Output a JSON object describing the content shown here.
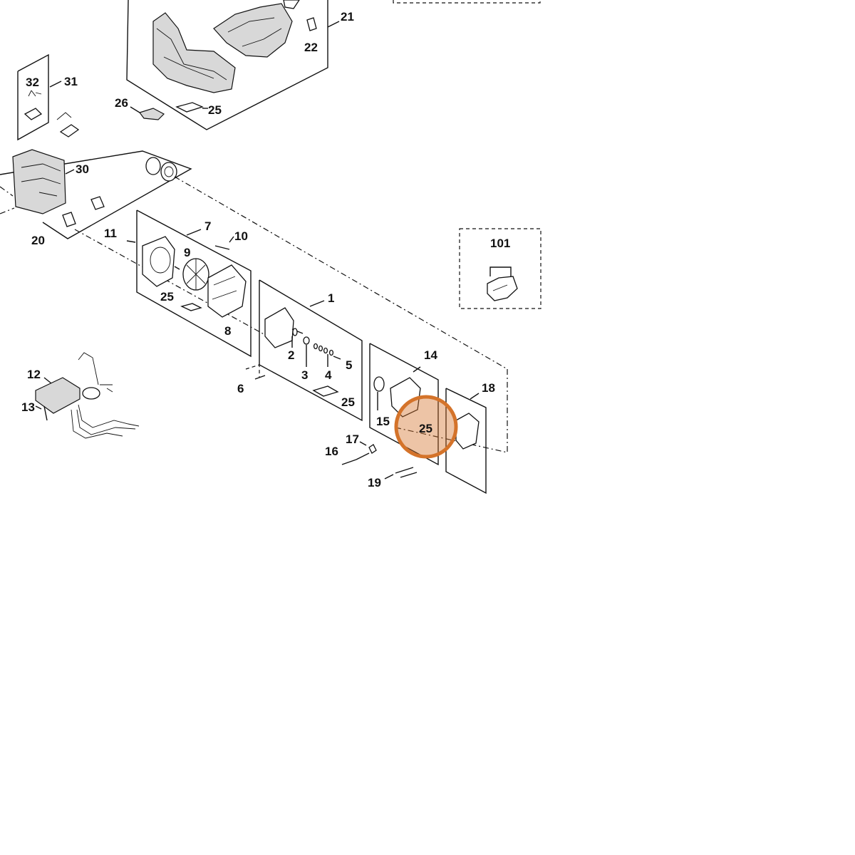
{
  "labels": [
    {
      "id": "l21",
      "text": "21"
    },
    {
      "id": "l22",
      "text": "22"
    },
    {
      "id": "l32",
      "text": "32"
    },
    {
      "id": "l31",
      "text": "31"
    },
    {
      "id": "l26",
      "text": "26"
    },
    {
      "id": "l25a",
      "text": "25"
    },
    {
      "id": "l30",
      "text": "30"
    },
    {
      "id": "l20",
      "text": "20"
    },
    {
      "id": "l11",
      "text": "11"
    },
    {
      "id": "l7",
      "text": "7"
    },
    {
      "id": "l10",
      "text": "10"
    },
    {
      "id": "l9",
      "text": "9"
    },
    {
      "id": "l25b",
      "text": "25"
    },
    {
      "id": "l8",
      "text": "8"
    },
    {
      "id": "l1",
      "text": "1"
    },
    {
      "id": "l2",
      "text": "2"
    },
    {
      "id": "l3",
      "text": "3"
    },
    {
      "id": "l4",
      "text": "4"
    },
    {
      "id": "l5",
      "text": "5"
    },
    {
      "id": "l6",
      "text": "6"
    },
    {
      "id": "l25c",
      "text": "25"
    },
    {
      "id": "l101",
      "text": "101"
    },
    {
      "id": "l14",
      "text": "14"
    },
    {
      "id": "l18",
      "text": "18"
    },
    {
      "id": "l15",
      "text": "15"
    },
    {
      "id": "l25d",
      "text": "25"
    },
    {
      "id": "l17",
      "text": "17"
    },
    {
      "id": "l16",
      "text": "16"
    },
    {
      "id": "l19",
      "text": "19"
    },
    {
      "id": "l12",
      "text": "12"
    },
    {
      "id": "l13",
      "text": "13"
    }
  ],
  "highlight": {
    "target": "25",
    "color": "#d4732a"
  }
}
